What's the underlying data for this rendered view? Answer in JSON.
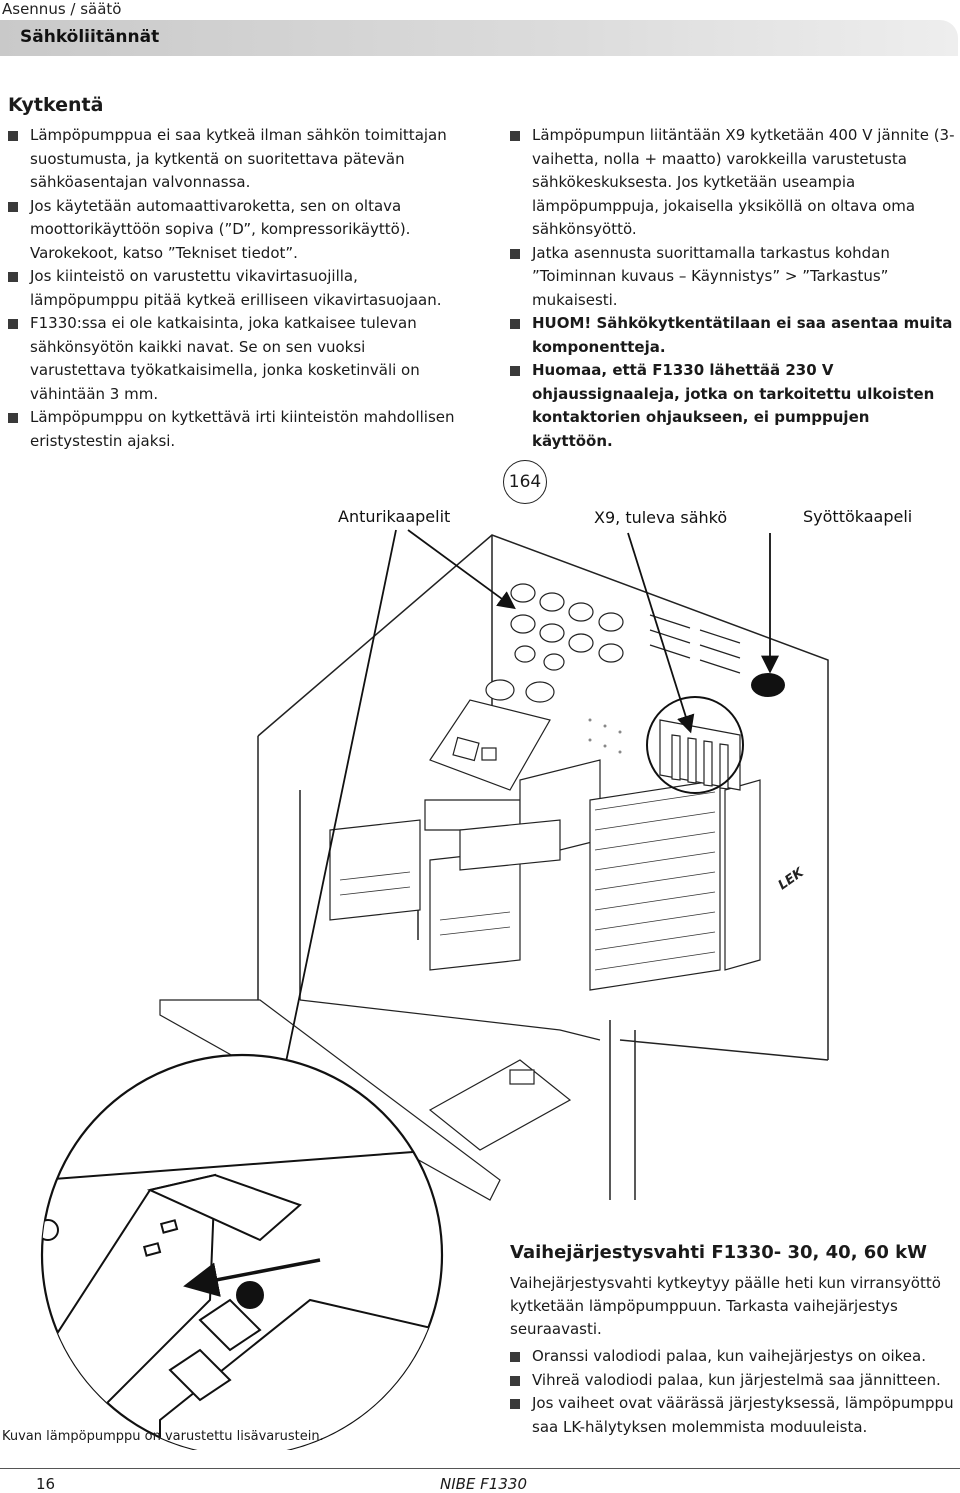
{
  "header": {
    "section": "Asennus / säätö",
    "title": "Sähköliitännät"
  },
  "kytkenta": {
    "heading": "Kytkentä",
    "left_items": [
      "Lämpöpumppua ei saa kytkeä ilman sähkön toimittajan suostumusta, ja kytkentä on suoritettava pätevän sähköasentajan valvonnassa.",
      "Jos käytetään automaattivaroketta, sen on oltava moottorikäyttöön sopiva (”D”, kompressorikäyttö). Varokekoot, katso ”Tekniset tiedot”.",
      "Jos kiinteistö on varustettu vikavirtasuojilla, lämpöpumppu pitää kytkeä erilliseen vikavirtasuojaan.",
      "F1330:ssa ei ole katkaisinta, joka katkaisee tulevan sähkönsyötön kaikki navat. Se on sen vuoksi varustettava työkatkaisimella, jonka kosketinväli on vähintään 3 mm.",
      "Lämpöpumppu on kytkettävä irti kiinteistön mahdollisen eristystestin ajaksi."
    ],
    "right_items": [
      {
        "text": "Lämpöpumpun liitäntään X9 kytketään 400 V jännite (3-vaihetta, nolla + maatto) varokkeilla varustetusta sähkökeskuksesta. Jos kytketään useampia lämpöpumppuja, jokaisella yksiköllä on oltava oma sähkönsyöttö.",
        "bold": false
      },
      {
        "text": "Jatka asennusta suorittamalla tarkastus kohdan ”Toiminnan kuvaus – Käynnistys” > ”Tarkastus” mukaisesti.",
        "bold": false
      },
      {
        "text": "HUOM! Sähkökytkentätilaan ei saa asentaa muita komponentteja.",
        "bold": true
      },
      {
        "text": "Huomaa, että F1330 lähettää 230 V ohjaussignaaleja, jotka on tarkoitettu ulkoisten kontaktorien ohjaukseen, ei pumppujen käyttöön.",
        "bold": true
      }
    ]
  },
  "figure": {
    "number": "164",
    "callouts": {
      "sensor_cables": "Anturikaapelit",
      "x9": "X9, tuleva sähkö",
      "supply": "Syöttökaapeli"
    },
    "brand_mark": "LEK",
    "caption": "Kuvan lämpöpumppu on varustettu lisävarustein."
  },
  "phase": {
    "title": "Vaihejärjestysvahti F1330- 30, 40, 60 kW",
    "text": "Vaihejärjestysvahti kytkeytyy päälle heti kun virransyöttö kytketään lämpöpumppuun. Tarkasta vaihejärjestys seuraavasti.",
    "items": [
      "Oranssi valodiodi palaa, kun vaihejärjestys on oikea.",
      "Vihreä valodiodi palaa, kun järjestelmä saa jännitteen.",
      "Jos vaiheet ovat väärässä järjestyksessä, lämpöpumppu saa LK-hälytyksen molemmista moduuleista."
    ]
  },
  "footer": {
    "page": "16",
    "brand": "NIBE F1330"
  }
}
